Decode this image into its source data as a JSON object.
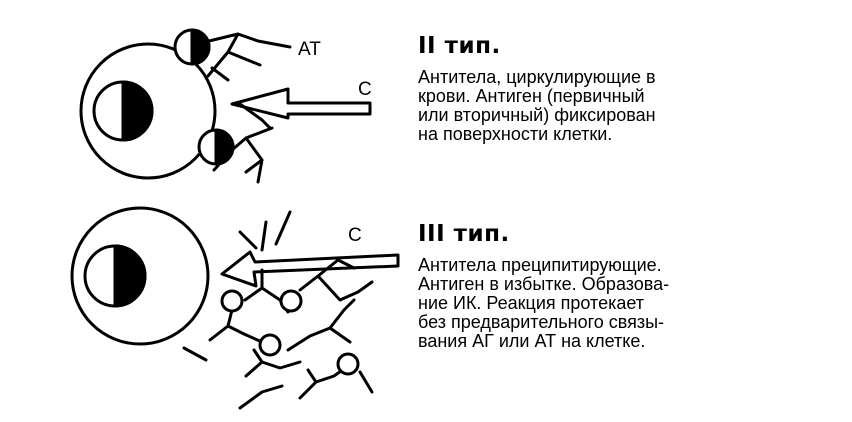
{
  "type_ii": {
    "title": "II тип.",
    "description": "Антитела, циркулирующие в\nкрови. Антиген (первичный\nили вторичный) фиксирован\nна поверхности клетки.",
    "label_at": "АТ",
    "label_c": "С"
  },
  "type_iii": {
    "title": "III тип.",
    "description": "Антитела преципитирующие.\nАнтиген в избытке. Образова-\nние ИК. Реакция протекает\nбез предварительного связы-\nвания АГ или АТ на клетке.",
    "label_c": "С"
  },
  "colors": {
    "ink": "#000000",
    "paper": "#ffffff"
  }
}
